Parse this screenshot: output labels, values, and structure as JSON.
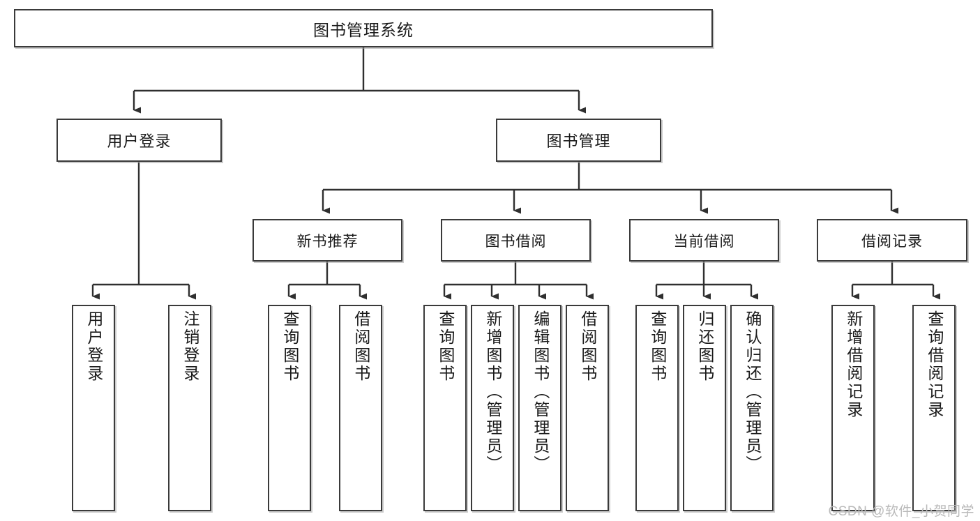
{
  "diagram": {
    "title": "图书管理系统",
    "watermark": "CSDN @软件_小贺同学",
    "root": {
      "label": "图书管理系统"
    },
    "level2": [
      {
        "label": "用户登录"
      },
      {
        "label": "图书管理"
      }
    ],
    "level3": [
      {
        "label": "新书推荐"
      },
      {
        "label": "图书借阅"
      },
      {
        "label": "当前借阅"
      },
      {
        "label": "借阅记录"
      }
    ],
    "leaves": [
      {
        "label": "用户登录",
        "parent": "用户登录"
      },
      {
        "label": "注销登录",
        "parent": "用户登录"
      },
      {
        "label": "查询图书",
        "parent": "新书推荐"
      },
      {
        "label": "借阅图书",
        "parent": "新书推荐"
      },
      {
        "label": "查询图书",
        "parent": "图书借阅"
      },
      {
        "label": "新增图书（管理员）",
        "parent": "图书借阅"
      },
      {
        "label": "编辑图书（管理员）",
        "parent": "图书借阅"
      },
      {
        "label": "借阅图书",
        "parent": "图书借阅"
      },
      {
        "label": "查询图书",
        "parent": "当前借阅"
      },
      {
        "label": "归还图书",
        "parent": "当前借阅"
      },
      {
        "label": "确认归还（管理员）",
        "parent": "当前借阅"
      },
      {
        "label": "新增借阅记录",
        "parent": "借阅记录"
      },
      {
        "label": "查询借阅记录",
        "parent": "借阅记录"
      }
    ],
    "colors": {
      "border": "#3a3a3a",
      "text": "#1a1a1a",
      "background": "#ffffff",
      "watermark": "#b9b9b9",
      "connector": "#2f2f2f"
    }
  }
}
